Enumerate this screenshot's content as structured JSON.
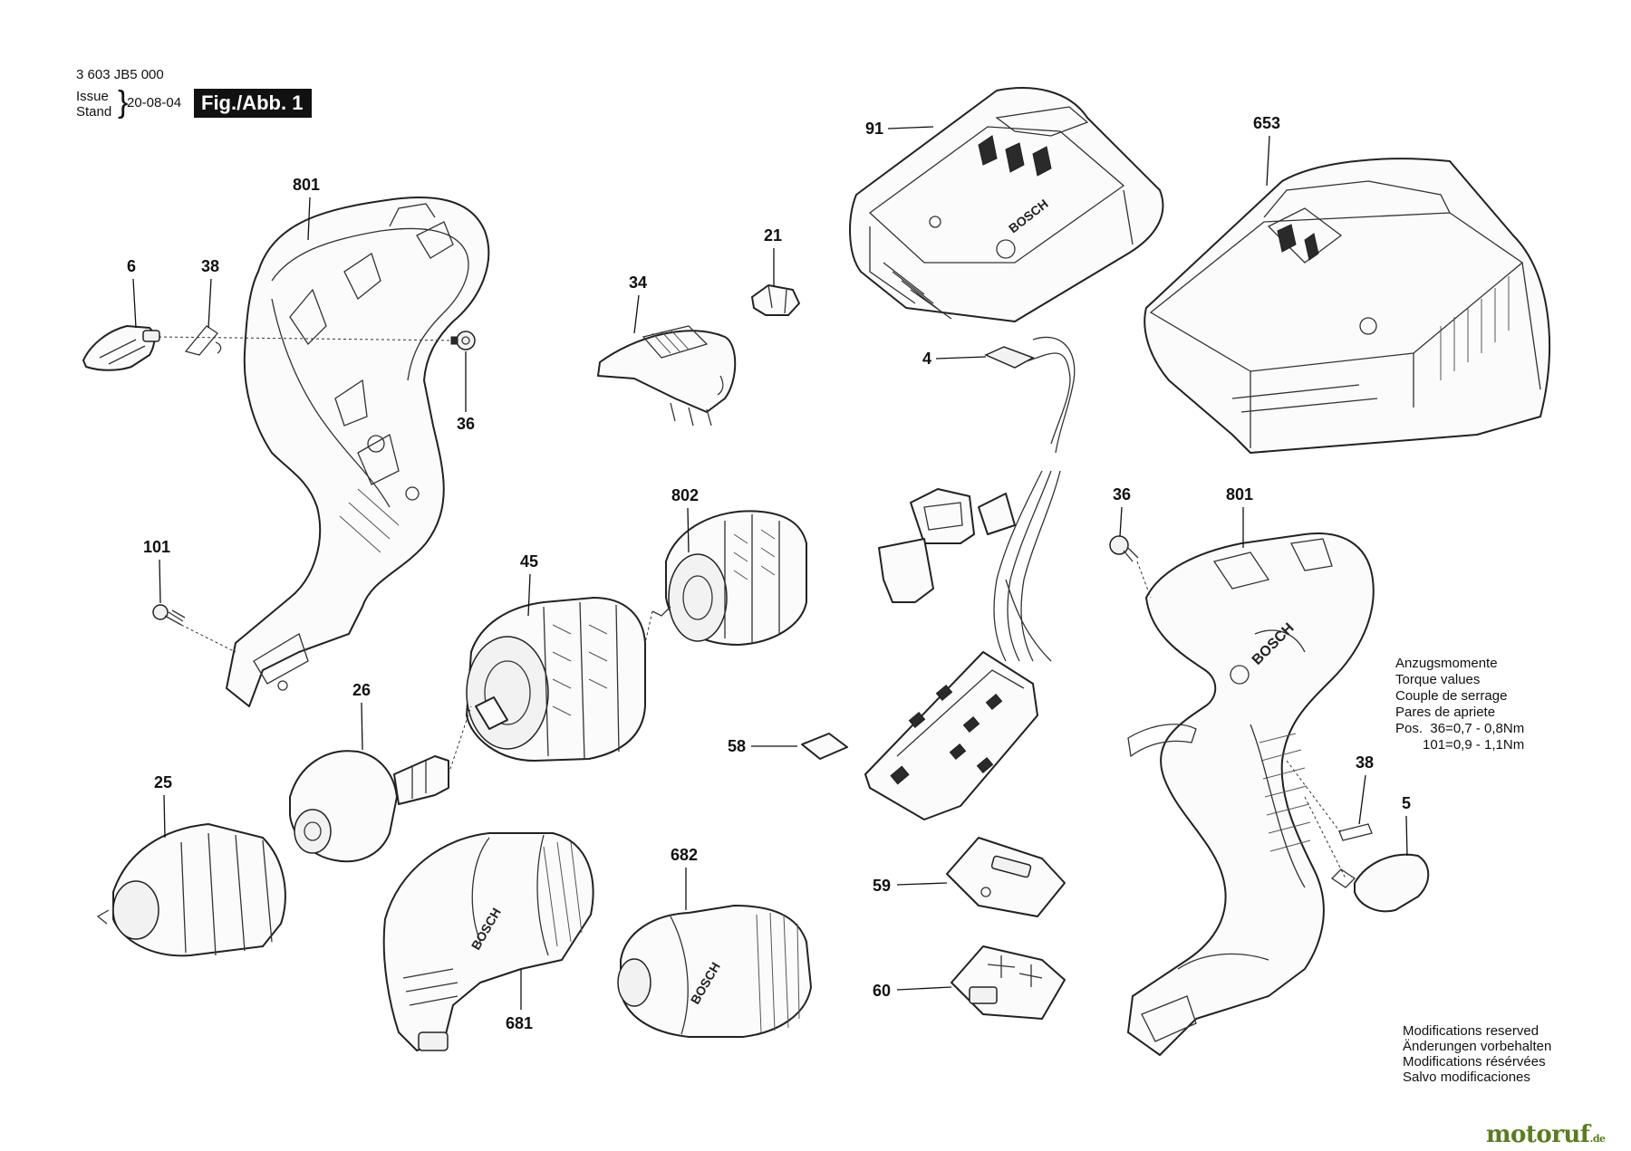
{
  "header": {
    "doc_number": "3 603 JB5 000",
    "issue_label": "Issue",
    "stand_label": "Stand",
    "date": "20-08-04",
    "figure_label": "Fig./Abb. 1"
  },
  "callouts": {
    "c801a": "801",
    "c6": "6",
    "c38a": "38",
    "c36a": "36",
    "c101": "101",
    "c34": "34",
    "c21": "21",
    "c91": "91",
    "c653": "653",
    "c4": "4",
    "c802": "802",
    "c45": "45",
    "c26": "26",
    "c25": "25",
    "c58": "58",
    "c682": "682",
    "c681": "681",
    "c59": "59",
    "c60": "60",
    "c36b": "36",
    "c801b": "801",
    "c38b": "38",
    "c5": "5"
  },
  "torque": {
    "line1": "Anzugsmomente",
    "line2": "Torque values",
    "line3": "Couple de serrage",
    "line4": "Pares de apriete",
    "row1_pos": "Pos.",
    "row1_num": "36",
    "row1_eq": "=",
    "row1_val": "0,7 - 0,8",
    "row1_unit": "Nm",
    "row2_num": "101",
    "row2_eq": "=",
    "row2_val": "0,9 - 1,1",
    "row2_unit": "Nm"
  },
  "modifications": {
    "line1": "Modifications reserved",
    "line2": "Änderungen vorbehalten",
    "line3": "Modifications résérvées",
    "line4": "Salvo modificaciones"
  },
  "brand_marks": {
    "housing": "BOSCH",
    "battery": "BOSCH",
    "angle_adapter": "BOSCH",
    "offset_adapter": "BOSCH"
  },
  "watermark": {
    "text": "motoruf",
    "suffix": ".de"
  }
}
